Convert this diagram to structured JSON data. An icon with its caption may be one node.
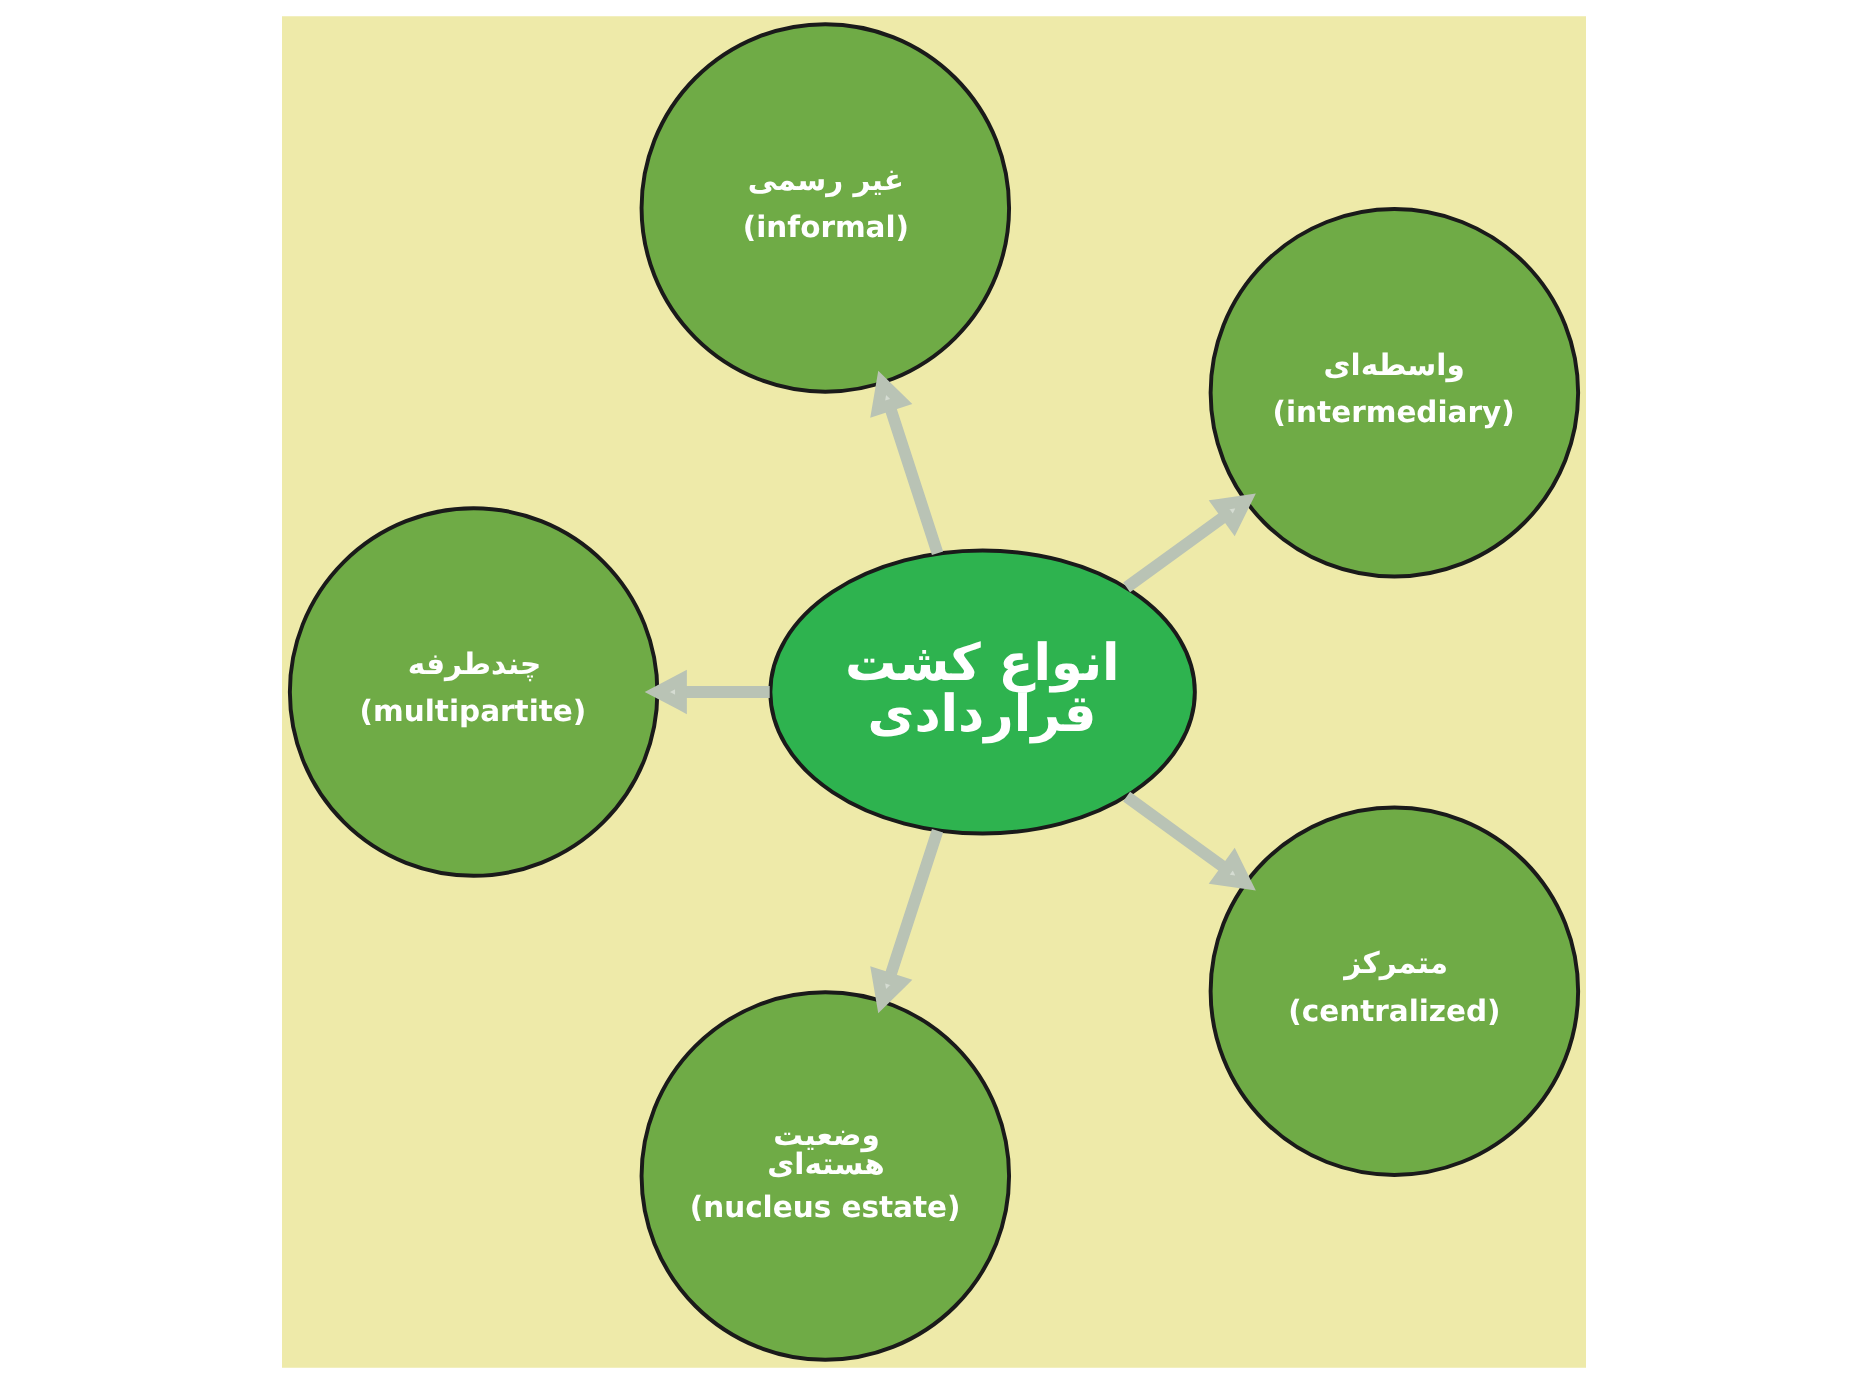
{
  "diagram": {
    "nodes": [
      {
        "text": [
          "انواع کشت قراردادی"
        ]
      },
      {
        "text": [
          "غیر رسمی",
          "(informal)"
        ]
      },
      {
        "text": [
          "واسطه‌ای",
          "(intermediary)"
        ]
      },
      {
        "text": [
          "متمرکز",
          "(centralized)"
        ]
      },
      {
        "text": [
          "وضعیت هسته‌ای",
          "(nucleus estate)"
        ]
      },
      {
        "text": [
          "چندطرفه",
          "(multipartite)"
        ]
      }
    ],
    "edges": [
      {
        "from": 0,
        "to": 1,
        "arrow": "to"
      },
      {
        "from": 0,
        "to": 2,
        "arrow": "to"
      },
      {
        "from": 0,
        "to": 3,
        "arrow": "to"
      },
      {
        "from": 0,
        "to": 4,
        "arrow": "to"
      },
      {
        "from": 0,
        "to": 5,
        "arrow": "to"
      }
    ]
  }
}
